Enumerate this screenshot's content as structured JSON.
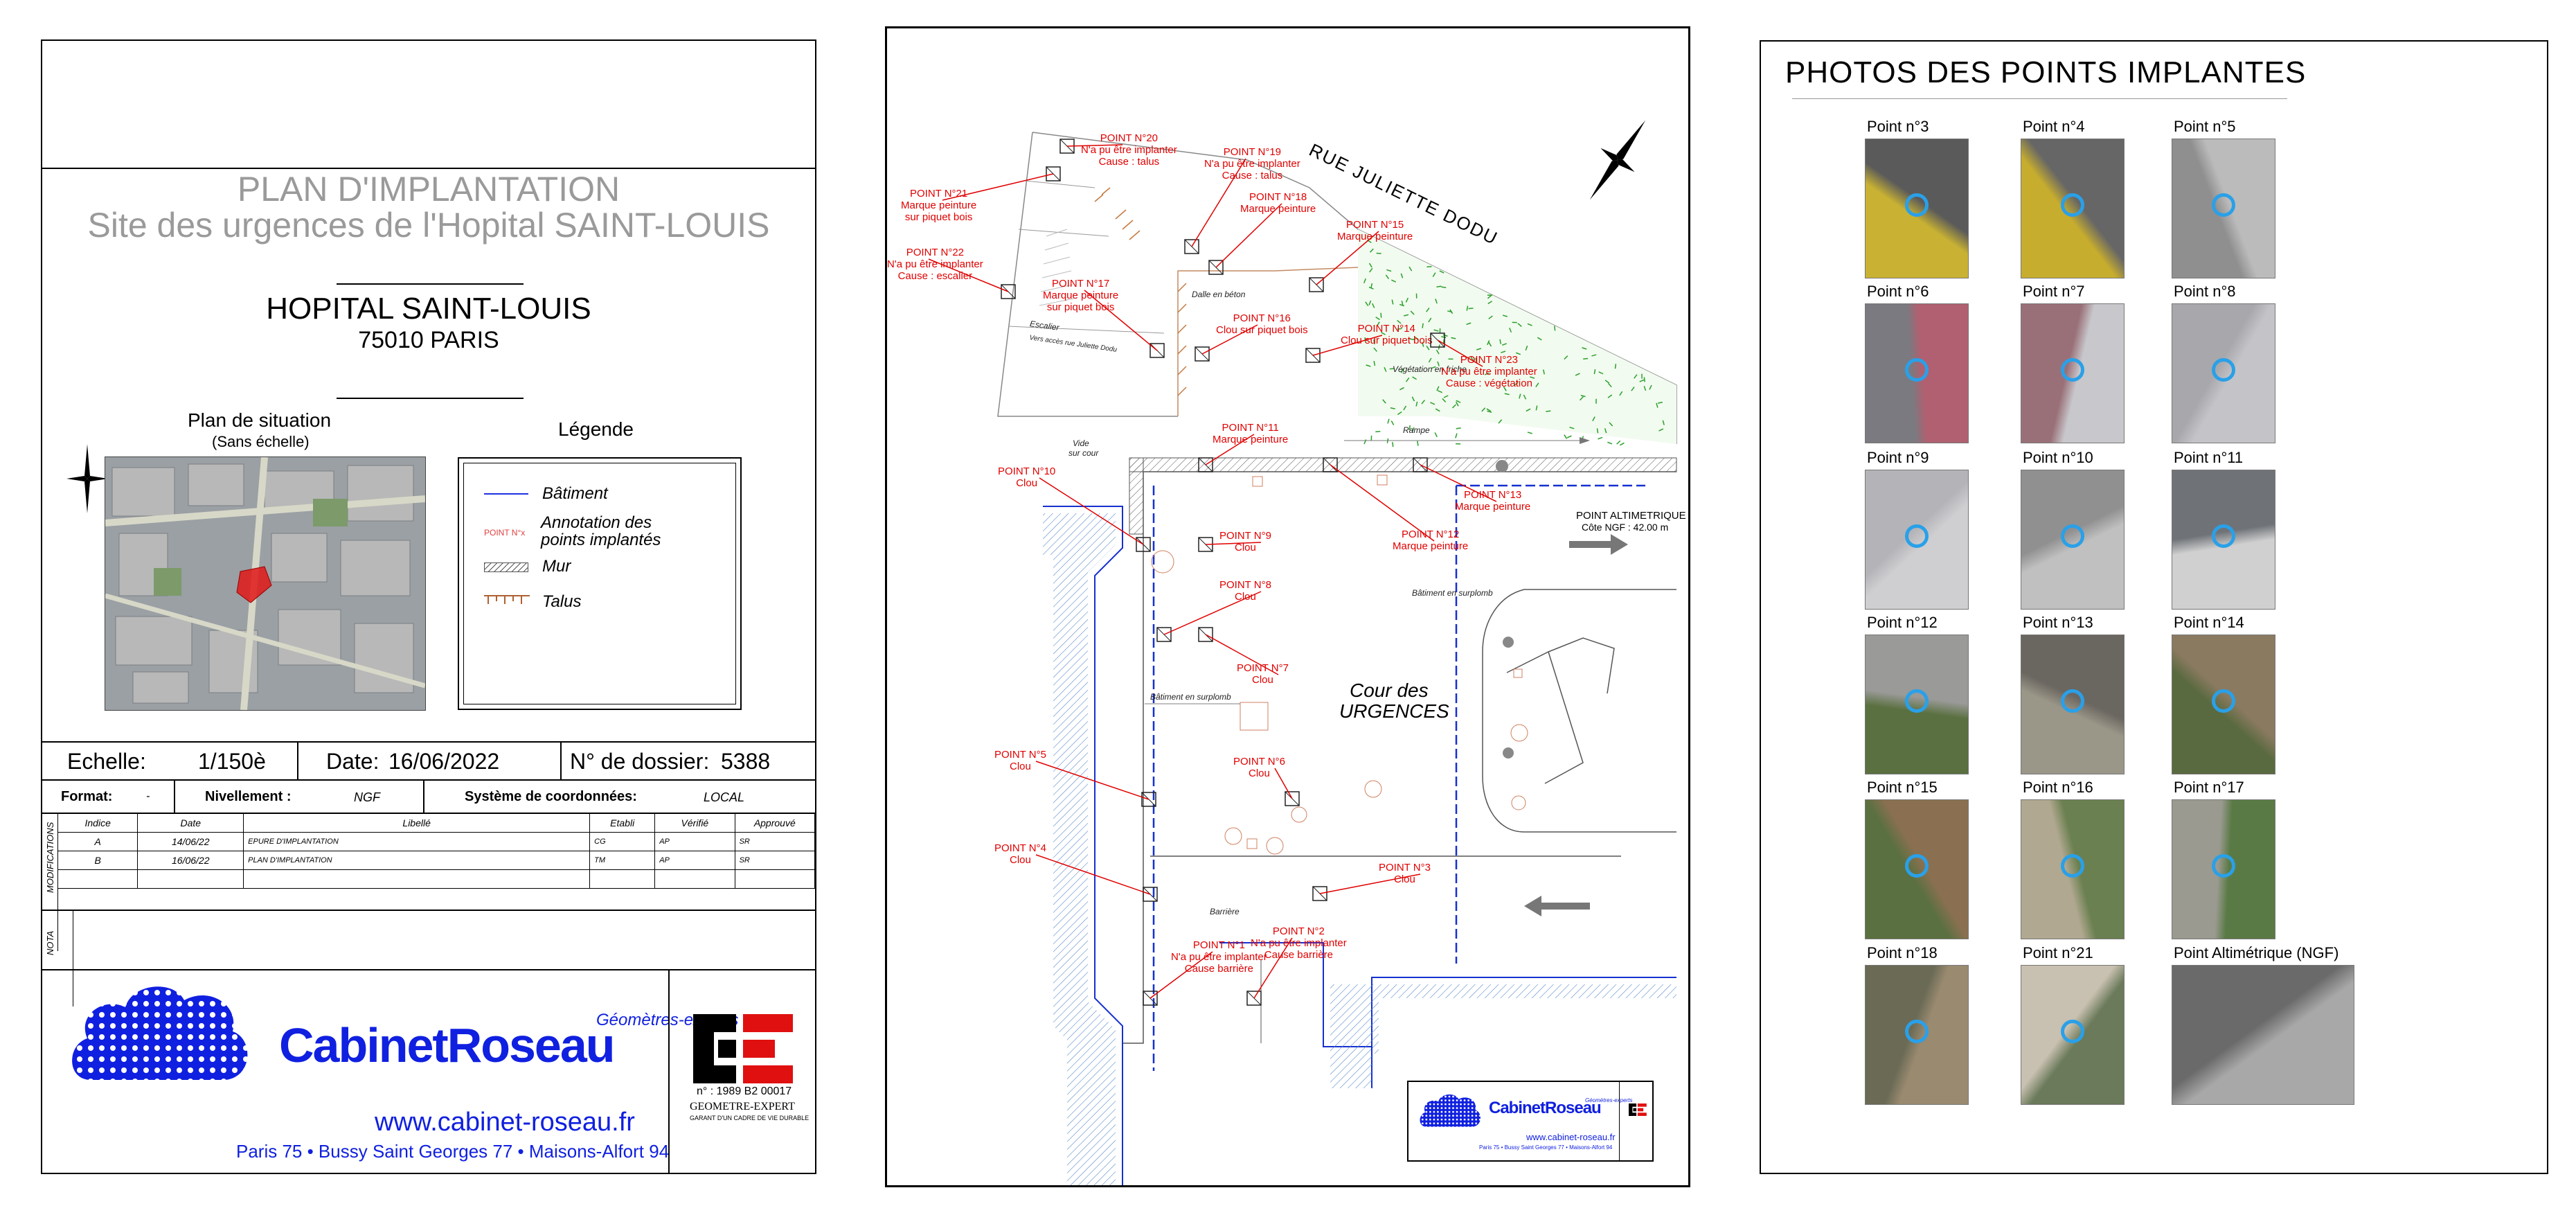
{
  "cartouche": {
    "title_line1": "PLAN D'IMPLANTATION",
    "title_line2": "Site des urgences de l'Hopital SAINT-LOUIS",
    "site_name": "HOPITAL SAINT-LOUIS",
    "site_city": "75010 PARIS",
    "situation_title": "Plan de situation",
    "situation_subtitle": "(Sans échelle)",
    "legend_title": "Légende",
    "legend": [
      {
        "label": "Bâtiment"
      },
      {
        "label": "Annotation des points implantés"
      },
      {
        "label": "Mur"
      },
      {
        "label": "Talus"
      }
    ],
    "legend_annotation_sample": "POINT N°x",
    "scale_label": "Echelle:",
    "scale_value": "1/150è",
    "date_label": "Date:",
    "date_value": "16/06/2022",
    "dossier_label": "N° de dossier:",
    "dossier_value": "5388",
    "format_label": "Format:",
    "format_value": "-",
    "nivellement_label": "Nivellement :",
    "nivellement_value": "NGF",
    "coord_label": "Système de coordonnées:",
    "coord_value": "LOCAL",
    "modifications_label": "MODIFICATIONS",
    "nota_label": "NOTA",
    "table_headers": [
      "Indice",
      "Date",
      "Libellé",
      "Etabli",
      "Vérifié",
      "Approuvé"
    ],
    "table_rows": [
      [
        "A",
        "14/06/22",
        "EPURE D'IMPLANTATION",
        "CG",
        "AP",
        "SR"
      ],
      [
        "B",
        "16/06/22",
        "PLAN D'IMPLANTATION",
        "TM",
        "AP",
        "SR"
      ]
    ],
    "brand_small": "Géomètres-experts",
    "brand_name": "CabinetRoseau",
    "website": "www.cabinet-roseau.fr",
    "offices": "Paris 75 • Bussy Saint Georges 77 • Maisons-Alfort 94",
    "oge_number": "n° : 1989 B2 00017",
    "oge_title": "GEOMETRE-EXPERT",
    "oge_sub": "GARANT D'UN CADRE DE VIE DURABLE",
    "colors": {
      "brand_blue": "#1020e0",
      "grey_title": "#9a9a9a",
      "oge_red": "#e01010"
    }
  },
  "plan": {
    "street": "RUE JULIETTE DODU",
    "courtyard_line1": "Cour des",
    "courtyard_line2": "URGENCES",
    "altimetric_title": "POINT ALTIMETRIQUE",
    "altimetric_value": "Côte NGF : 42.00 m",
    "notes": {
      "vide": [
        "Vide",
        "sur cour"
      ],
      "dalle": "Dalle en béton",
      "escalier": "Escalier",
      "acces": "Vers accès rue Juliette Dodu",
      "vegetation": "Végétation en friche",
      "rampe": "Rampe",
      "batiment1": "Bâtiment en surplomb",
      "batiment2": "Bâtiment en surplomb",
      "barriere": "Barrière"
    },
    "points": [
      {
        "name": "POINT N°21",
        "lines": [
          "Marque peinture",
          "sur piquet bois"
        ]
      },
      {
        "name": "POINT N°20",
        "lines": [
          "N'a pu être implanter",
          "Cause : talus"
        ]
      },
      {
        "name": "POINT N°19",
        "lines": [
          "N'a pu être implanter",
          "Cause : talus"
        ]
      },
      {
        "name": "POINT N°18",
        "lines": [
          "Marque peinture"
        ]
      },
      {
        "name": "POINT N°15",
        "lines": [
          "Marque peinture"
        ]
      },
      {
        "name": "POINT N°22",
        "lines": [
          "N'a pu être implanter",
          "Cause : escalier"
        ]
      },
      {
        "name": "POINT N°17",
        "lines": [
          "Marque peinture",
          "sur piquet bois"
        ]
      },
      {
        "name": "POINT N°16",
        "lines": [
          "Clou sur piquet bois"
        ]
      },
      {
        "name": "POINT N°14",
        "lines": [
          "Clou sur piquet bois"
        ]
      },
      {
        "name": "POINT N°23",
        "lines": [
          "N'a pu être implanter",
          "Cause : végétation"
        ]
      },
      {
        "name": "POINT N°11",
        "lines": [
          "Marque peinture"
        ]
      },
      {
        "name": "POINT N°10",
        "lines": [
          "Clou"
        ]
      },
      {
        "name": "POINT N°13",
        "lines": [
          "Marque peinture"
        ]
      },
      {
        "name": "POINT N°9",
        "lines": [
          "Clou"
        ]
      },
      {
        "name": "POINT N°12",
        "lines": [
          "Marque peinture"
        ]
      },
      {
        "name": "POINT N°8",
        "lines": [
          "Clou"
        ]
      },
      {
        "name": "POINT N°7",
        "lines": [
          "Clou"
        ]
      },
      {
        "name": "POINT N°5",
        "lines": [
          "Clou"
        ]
      },
      {
        "name": "POINT N°6",
        "lines": [
          "Clou"
        ]
      },
      {
        "name": "POINT N°4",
        "lines": [
          "Clou"
        ]
      },
      {
        "name": "POINT N°3",
        "lines": [
          "Clou"
        ]
      },
      {
        "name": "POINT N°1",
        "lines": [
          "N'a pu être implanter",
          "Cause barrière"
        ]
      },
      {
        "name": "POINT N°2",
        "lines": [
          "N'a pu être implanter",
          "Cause barrière"
        ]
      }
    ],
    "mini_brand_small": "Géomètres-experts",
    "mini_brand": "CabinetRoseau",
    "mini_website": "www.cabinet-roseau.fr",
    "mini_offices": "Paris 75 • Bussy Saint Georges 77 • Maisons-Alfort 94"
  },
  "photos": {
    "title": "PHOTOS DES POINTS IMPLANTES",
    "items": [
      "Point n°3",
      "Point n°4",
      "Point n°5",
      "Point n°6",
      "Point n°7",
      "Point n°8",
      "Point n°9",
      "Point n°10",
      "Point n°11",
      "Point n°12",
      "Point n°13",
      "Point n°14",
      "Point n°15",
      "Point n°16",
      "Point n°17",
      "Point n°18",
      "Point n°21",
      "Point Altimétrique (NGF)"
    ]
  }
}
